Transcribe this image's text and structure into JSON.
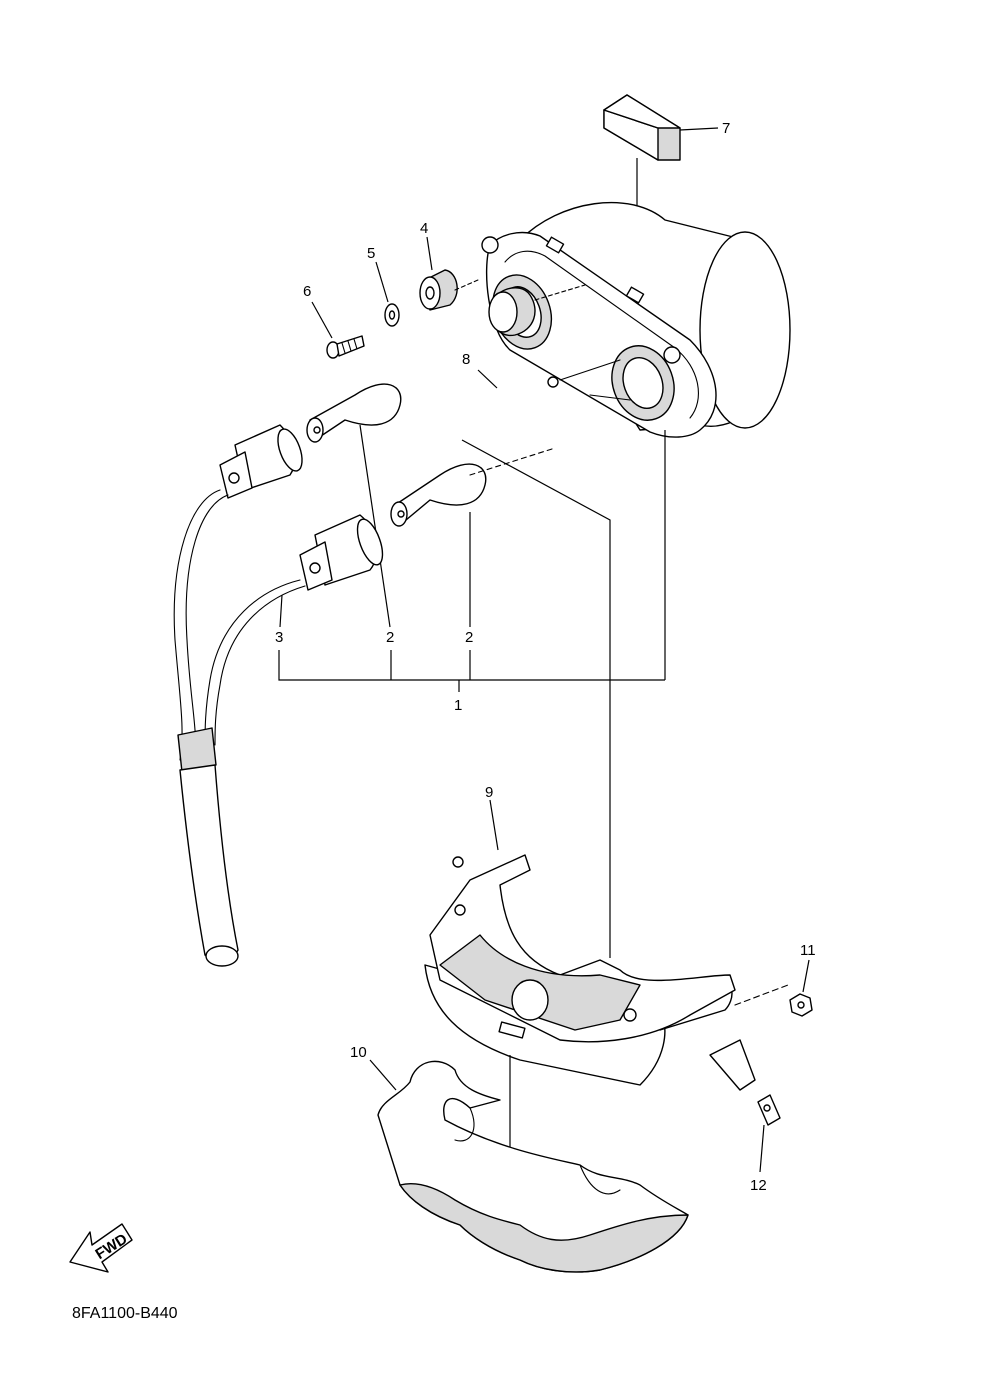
{
  "diagram": {
    "callouts": {
      "c1": "1",
      "c2a": "2",
      "c2b": "2",
      "c3": "3",
      "c4": "4",
      "c5": "5",
      "c6": "6",
      "c7": "7",
      "c8": "8",
      "c9": "9",
      "c10": "10",
      "c11": "11",
      "c12": "12"
    },
    "fwd_label": "FWD",
    "diagram_code": "8FA1100-B440"
  }
}
